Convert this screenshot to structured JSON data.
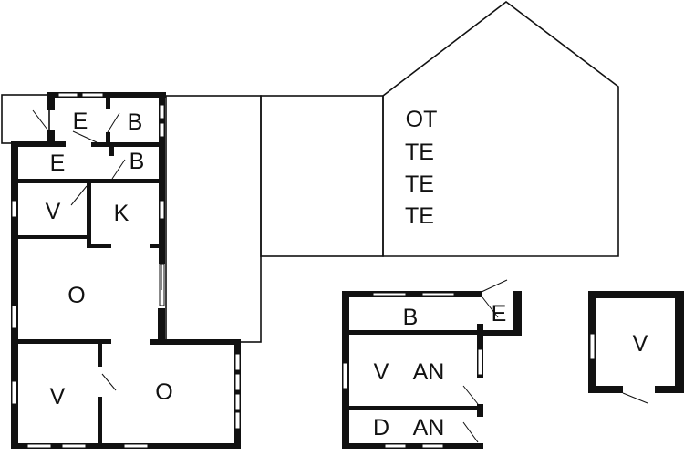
{
  "plan": {
    "main_house": {
      "rooms": [
        "E",
        "B",
        "E",
        "B",
        "V",
        "K",
        "O",
        "V",
        "O"
      ]
    },
    "gable_building": {
      "labels": [
        "OT",
        "TE",
        "TE",
        "TE"
      ]
    },
    "annex": {
      "rooms": [
        "B",
        "E",
        "V",
        "AN",
        "D",
        "AN"
      ]
    },
    "shed": {
      "rooms": [
        "V"
      ]
    }
  },
  "colors": {
    "wall": "#111111",
    "background": "#ffffff"
  }
}
